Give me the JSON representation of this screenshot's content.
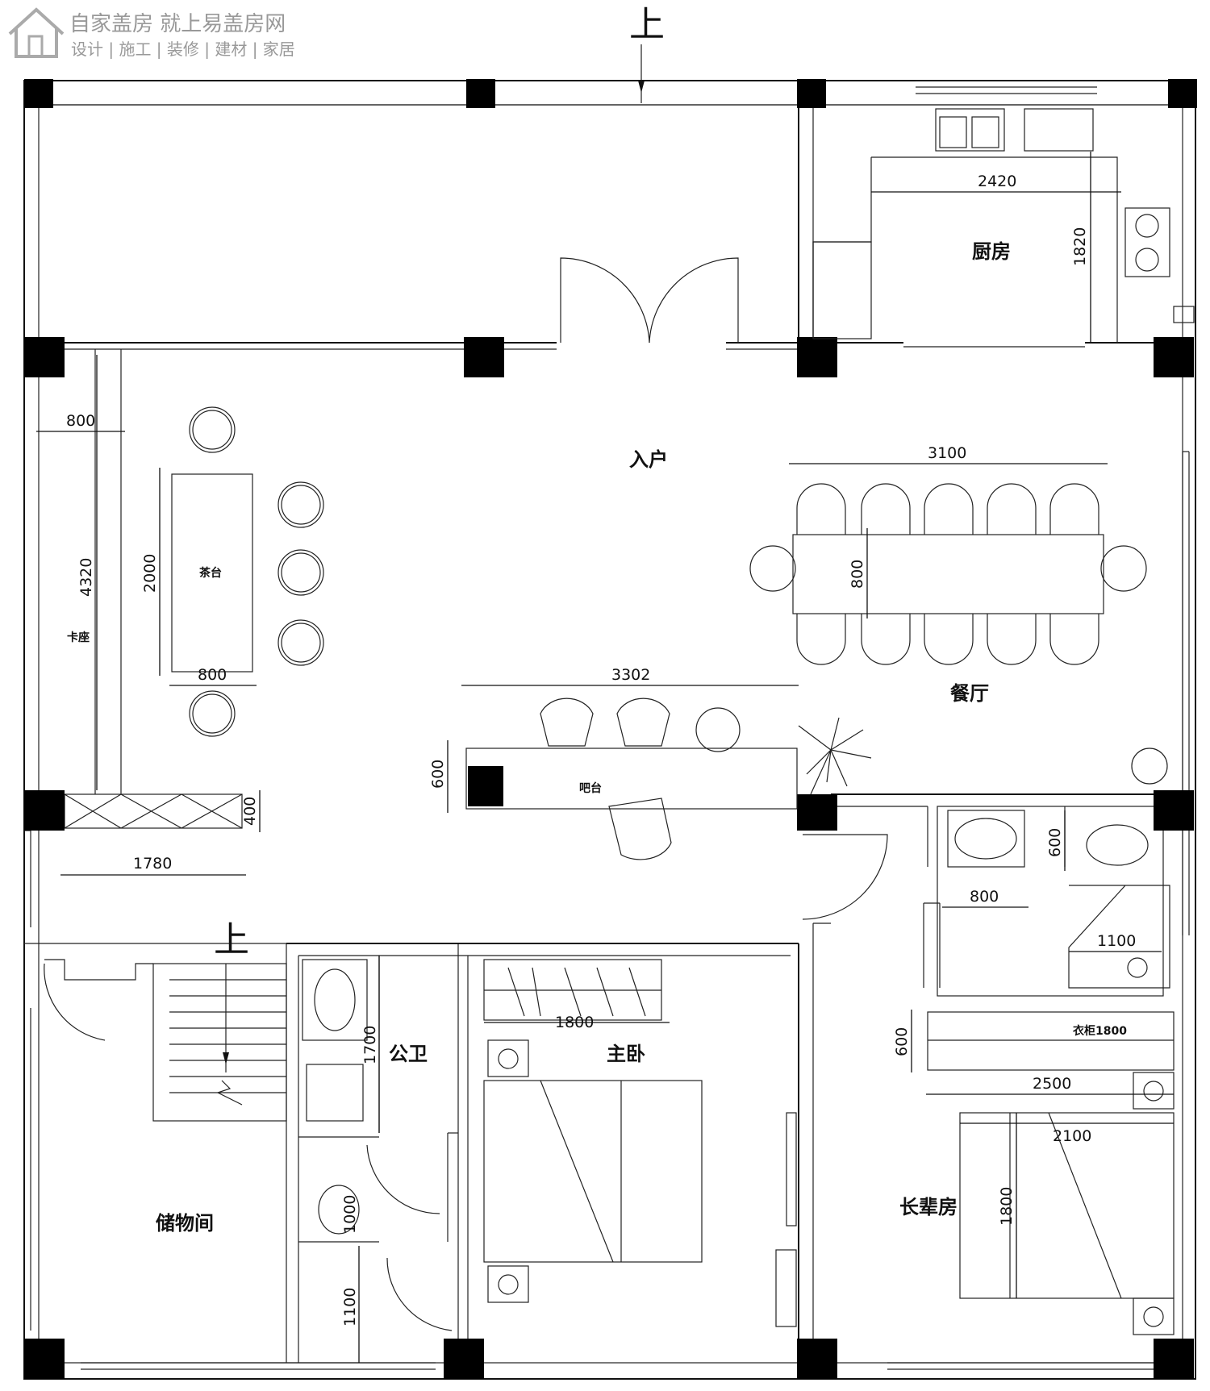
{
  "watermark": {
    "line1": "自家盖房 就上易盖房网",
    "line2": "设计 | 施工 | 装修 | 建材 | 家居"
  },
  "rooms": {
    "kitchen": "厨房",
    "entry": "入户",
    "dining": "餐厅",
    "public_bath": "公卫",
    "master_bedroom": "主卧",
    "storage": "储物间",
    "elder_room": "长辈房"
  },
  "labels": {
    "tea_table": "茶台",
    "booth": "卡座",
    "bar": "吧台",
    "wardrobe_elder": "衣柜1800",
    "stair_up_top": "上",
    "stair_up": "上"
  },
  "dimensions": {
    "kitchen_w": "2420",
    "kitchen_h": "1820",
    "booth_w": "800",
    "booth_h": "4320",
    "tea_h": "2000",
    "tea_w": "800",
    "dining_w": "3100",
    "dining_h": "800",
    "bar_w": "3302",
    "bar_h": "600",
    "cab_h": "400",
    "cab_w": "1780",
    "basin_h": "600",
    "bath_w": "800",
    "shower_w": "1100",
    "master_wardrobe_w": "1800",
    "pub_h": "1700",
    "pub_urinal": "1000",
    "pub_h2": "1100",
    "wardrobe_h": "600",
    "wardrobe_w": "2500",
    "bed_w": "2100",
    "bed_h": "1800"
  }
}
